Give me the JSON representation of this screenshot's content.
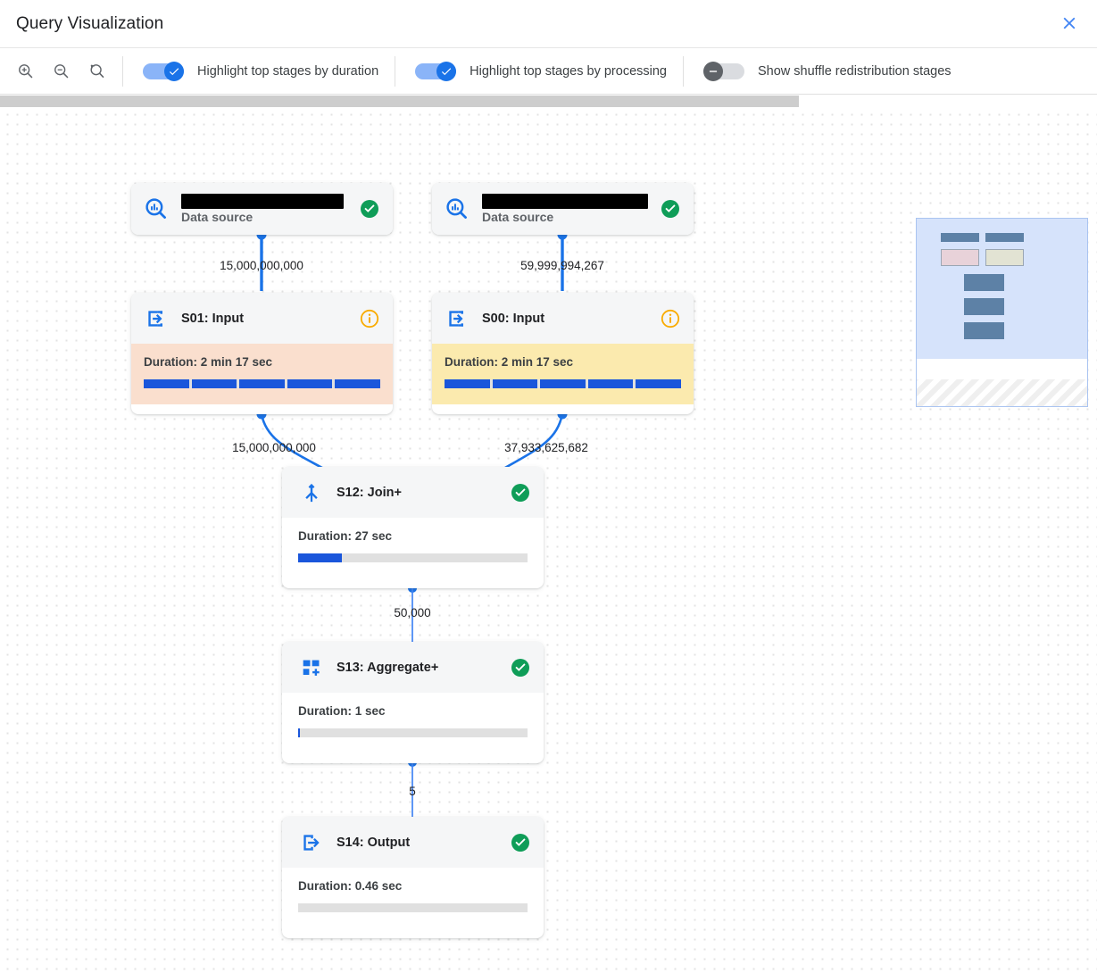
{
  "header": {
    "title": "Query Visualization",
    "close_icon": "close-icon"
  },
  "toolbar": {
    "zoom_in_icon": "zoom-in-icon",
    "zoom_out_icon": "zoom-out-icon",
    "zoom_reset_icon": "zoom-reset-icon",
    "toggles": [
      {
        "label": "Highlight top stages by duration",
        "state": "on"
      },
      {
        "label": "Highlight top stages by processing",
        "state": "on"
      },
      {
        "label": "Show shuffle redistribution stages",
        "state": "off"
      }
    ]
  },
  "colors": {
    "accent": "#1a73e8",
    "toggle_on_track": "#8ab4f8",
    "toggle_on_knob": "#1a73e8",
    "toggle_off_knob": "#5f6368",
    "success_green": "#0f9d58",
    "info_amber": "#f9ab00",
    "stage_highlight_duration": "#fadfce",
    "stage_highlight_processing": "#fbeaae",
    "bar_fill": "#1a56db",
    "bar_track": "#e0e0e0",
    "edge_stroke": "#1a73e8"
  },
  "graph": {
    "nodes": [
      {
        "id": "ds-left",
        "kind": "data-source",
        "icon": "data-source-search-icon",
        "name_redacted": true,
        "subtitle": "Data source",
        "status": "success"
      },
      {
        "id": "ds-right",
        "kind": "data-source",
        "icon": "data-source-search-icon",
        "name_redacted": true,
        "subtitle": "Data source",
        "status": "success"
      },
      {
        "id": "s01",
        "kind": "stage",
        "icon": "input-arrow-icon",
        "title": "S01: Input",
        "status": "info",
        "highlight": "duration",
        "duration_label": "Duration: 2 min 17 sec",
        "progress_percent": 100
      },
      {
        "id": "s00",
        "kind": "stage",
        "icon": "input-arrow-icon",
        "title": "S00: Input",
        "status": "info",
        "highlight": "processing",
        "duration_label": "Duration: 2 min 17 sec",
        "progress_percent": 100
      },
      {
        "id": "s12",
        "kind": "stage",
        "icon": "join-icon",
        "title": "S12: Join+",
        "status": "success",
        "highlight": "none",
        "duration_label": "Duration: 27 sec",
        "progress_percent": 20
      },
      {
        "id": "s13",
        "kind": "stage",
        "icon": "aggregate-icon",
        "title": "S13: Aggregate+",
        "status": "success",
        "highlight": "none",
        "duration_label": "Duration: 1 sec",
        "progress_percent": 1
      },
      {
        "id": "s14",
        "kind": "stage",
        "icon": "output-arrow-icon",
        "title": "S14: Output",
        "status": "success",
        "highlight": "none",
        "duration_label": "Duration: 0.46 sec",
        "progress_percent": 0
      }
    ],
    "edges": [
      {
        "from": "ds-left",
        "to": "s01",
        "label": "15,000,000,000"
      },
      {
        "from": "ds-right",
        "to": "s00",
        "label": "59,999,994,267"
      },
      {
        "from": "s01",
        "to": "s12",
        "label": "15,000,000,000"
      },
      {
        "from": "s00",
        "to": "s12",
        "label": "37,933,625,682"
      },
      {
        "from": "s12",
        "to": "s13",
        "label": "50,000"
      },
      {
        "from": "s13",
        "to": "s14",
        "label": "5"
      }
    ]
  },
  "minimap": {
    "name": "graph-minimap"
  }
}
